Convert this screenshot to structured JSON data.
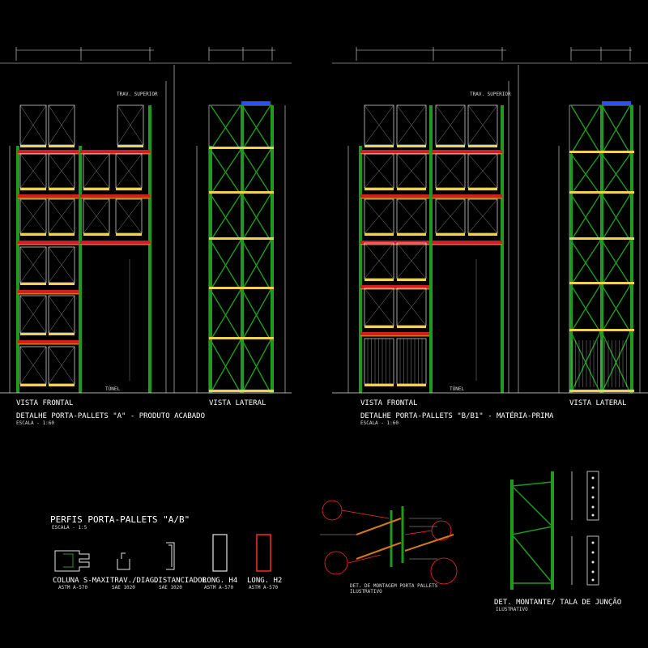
{
  "colors": {
    "background": "#000000",
    "frame_green": "#1f9a1f",
    "frame_green_dark": "#0f6a0f",
    "beam_red": "#d21e1e",
    "beam_orange": "#d2781e",
    "pallet_yellow": "#f0d250",
    "line_white": "#e6e6e6",
    "top_blue": "#2850ff",
    "detail_red": "#ff2828"
  },
  "drawing_a": {
    "front_view_label": "VISTA FRONTAL",
    "side_view_label": "VISTA LATERAL",
    "title": "DETALHE PORTA-PALLETS \"A\" - PRODUTO ACABADO",
    "scale": "ESCALA - 1:60",
    "tunnel_label": "TÚNEL",
    "upper_beam_tag": "TRAV. SUPERIOR"
  },
  "drawing_b": {
    "front_view_label": "VISTA FRONTAL",
    "side_view_label": "VISTA LATERAL",
    "title": "DETALHE PORTA-PALLETS \"B/B1\" - MATÉRIA-PRIMA",
    "scale": "ESCALA - 1:60",
    "tunnel_label": "TÚNEL",
    "upper_beam_tag": "TRAV. SUPERIOR"
  },
  "profiles": {
    "title": "PERFIS PORTA-PALLETS \"A/B\"",
    "scale": "ESCALA - 1:5",
    "items": [
      {
        "label": "COLUNA S-MAXI",
        "spec": "ASTM A-570"
      },
      {
        "label": "TRAV./DIAG.",
        "spec": "SAE 1020"
      },
      {
        "label": "DISTANCIADOR",
        "spec": "SAE 1020"
      },
      {
        "label": "LONG. H4",
        "spec": "ASTM A-570"
      },
      {
        "label": "LONG. H2",
        "spec": "ASTM A-570"
      }
    ]
  },
  "iso_detail": {
    "caption": "DET. DE MONTAGEM PORTA PALLETS",
    "sub": "ILUSTRATIVO"
  },
  "upright_detail": {
    "title": "DET. MONTANTE/ TALA DE JUNÇÃO",
    "sub": "ILUSTRATIVO"
  }
}
